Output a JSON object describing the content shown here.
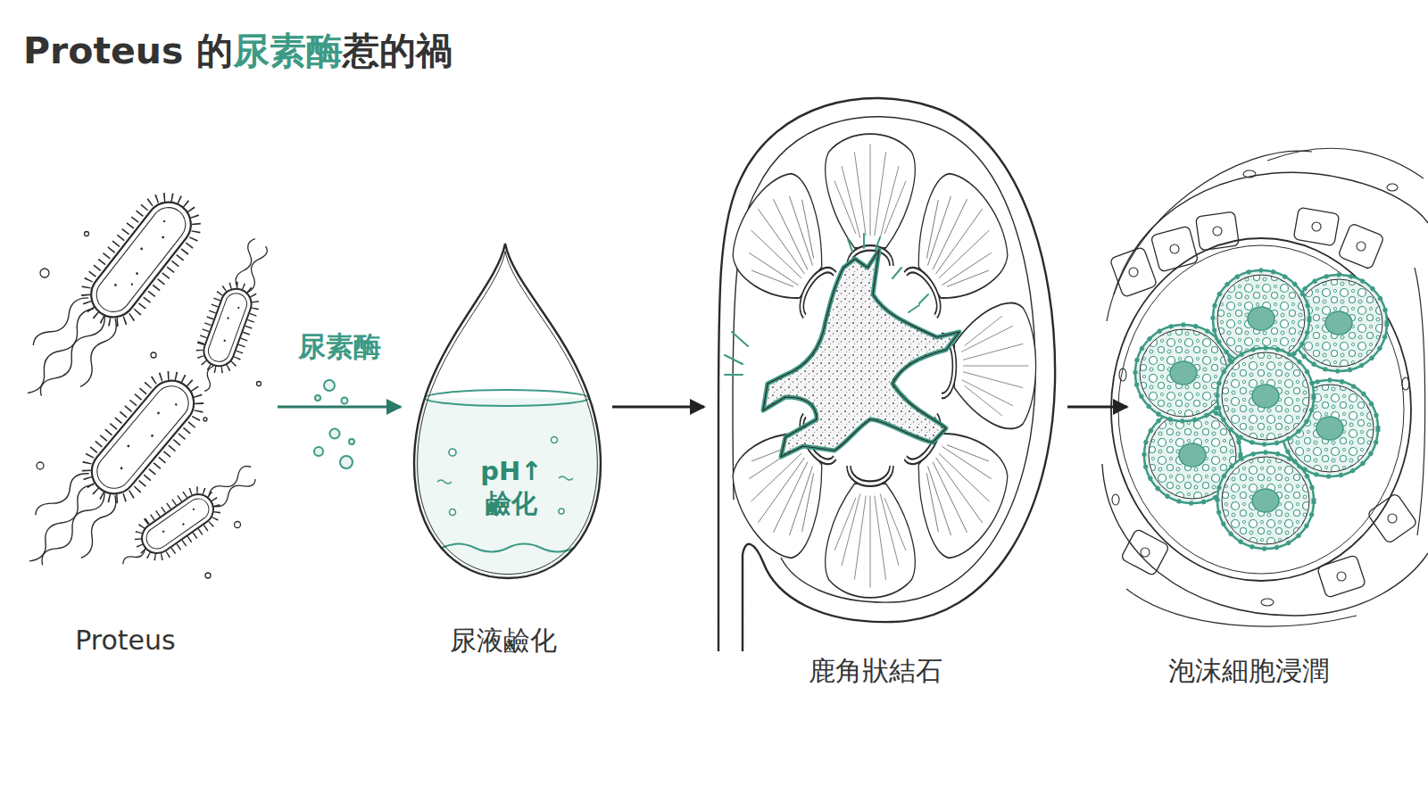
{
  "diagram": {
    "title": "Proteus 的尿素酶惹的禍",
    "nodes": [
      {
        "text": [
          "Proteus"
        ]
      },
      {
        "text": [
          "pH↑ 鹼化",
          "尿液鹼化"
        ]
      },
      {
        "text": [
          "鹿角狀結石"
        ]
      },
      {
        "text": [
          "泡沫細胞浸潤"
        ]
      }
    ],
    "edges": [
      {
        "from": 0,
        "to": 1,
        "arrow": "to",
        "label": "尿素酶"
      },
      {
        "from": 1,
        "to": 2,
        "arrow": "to"
      },
      {
        "from": 2,
        "to": 3,
        "arrow": "to"
      }
    ]
  }
}
